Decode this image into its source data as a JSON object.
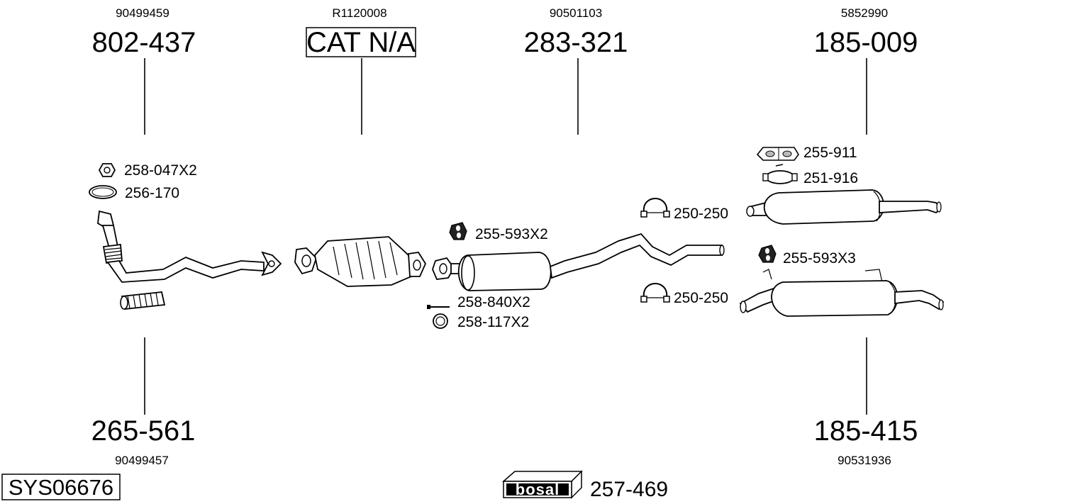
{
  "diagram": {
    "system_code": "SYS06676",
    "brand_logo_text": "bosal",
    "kit_part_number": "257-469",
    "main_parts": [
      {
        "part_number": "802-437",
        "oem_number": "90499459",
        "boxed": false
      },
      {
        "part_number": "CAT N/A",
        "oem_number": "R1120008",
        "boxed": true
      },
      {
        "part_number": "283-321",
        "oem_number": "90501103",
        "boxed": false
      },
      {
        "part_number": "185-009",
        "oem_number": "5852990",
        "boxed": false
      },
      {
        "part_number": "265-561",
        "oem_number": "90499457",
        "boxed": false
      },
      {
        "part_number": "185-415",
        "oem_number": "90531936",
        "boxed": false
      }
    ],
    "accessories": [
      {
        "label": "258-047X2",
        "icon": "nut-icon"
      },
      {
        "label": "256-170",
        "icon": "gasket-ring-icon"
      },
      {
        "label": "255-593X2",
        "icon": "rubber-mount-icon"
      },
      {
        "label": "258-840X2",
        "icon": "bolt-icon"
      },
      {
        "label": "258-117X2",
        "icon": "seal-ring-icon"
      },
      {
        "label": "250-250",
        "icon": "pipe-clamp-icon"
      },
      {
        "label": "250-250",
        "icon": "pipe-clamp-icon"
      },
      {
        "label": "255-911",
        "icon": "hanger-bracket-icon"
      },
      {
        "label": "251-916",
        "icon": "clamp-band-icon"
      },
      {
        "label": "255-593X3",
        "icon": "rubber-mount-icon"
      }
    ]
  }
}
